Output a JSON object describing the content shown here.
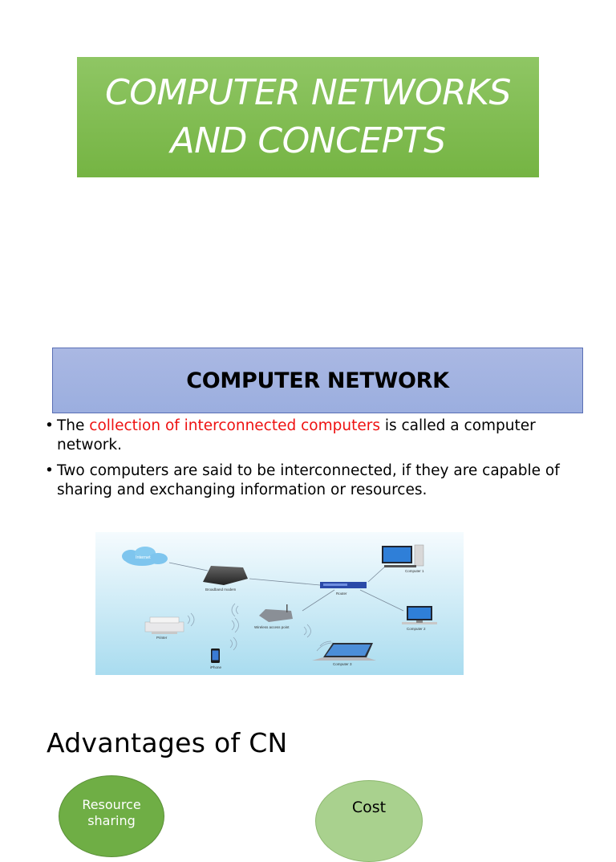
{
  "title": {
    "line1": "COMPUTER NETWORKS",
    "line2": "AND CONCEPTS"
  },
  "section": {
    "heading": "COMPUTER NETWORK",
    "bullet1": {
      "pre": "The ",
      "highlight": "collection of interconnected computers",
      "post": " is called a computer network."
    },
    "bullet2": "Two computers are said to be interconnected, if they are capable of sharing and exchanging information or resources."
  },
  "diagram": {
    "cloud_label": "Internet",
    "modem_label": "Broadband modem",
    "router_label": "Router",
    "access_point_label": "Wireless access point",
    "printer_label": "Printer",
    "phone_label": "iPhone",
    "computer1_label": "Computer 1",
    "computer2_label": "Computer 2",
    "computer3_label": "Computer 3",
    "accent_color": "#1f3a93"
  },
  "advantages": {
    "title": "Advantages of CN",
    "item1": "Resource sharing",
    "item2": "Cost"
  }
}
